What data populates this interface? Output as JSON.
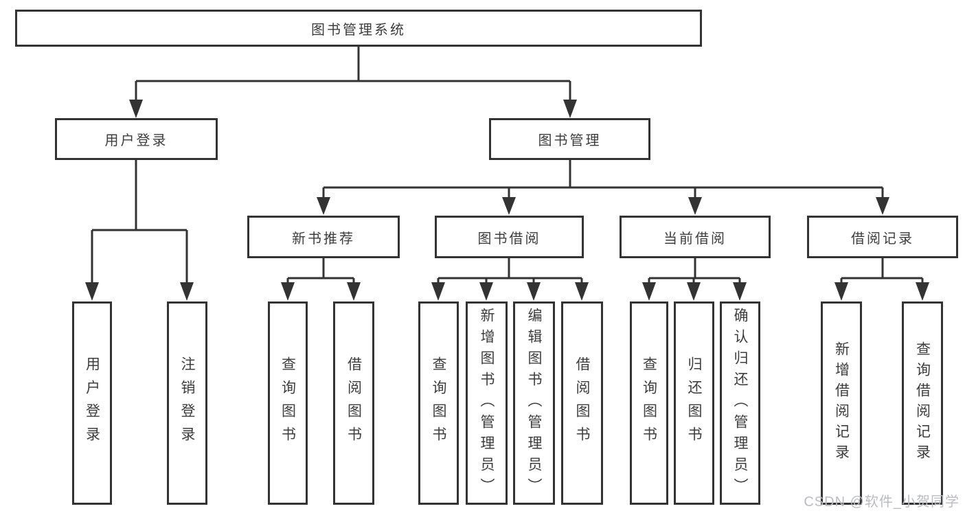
{
  "tree": {
    "label": "图书管理系统",
    "children": [
      {
        "label": "用户登录",
        "children": [
          {
            "label": "用户登录"
          },
          {
            "label": "注销登录"
          }
        ]
      },
      {
        "label": "图书管理",
        "children": [
          {
            "label": "新书推荐",
            "children": [
              {
                "label": "查询图书"
              },
              {
                "label": "借阅图书"
              }
            ]
          },
          {
            "label": "图书借阅",
            "children": [
              {
                "label": "查询图书"
              },
              {
                "label": "新增图书（管理员）"
              },
              {
                "label": "编辑图书（管理员）"
              },
              {
                "label": "借阅图书"
              }
            ]
          },
          {
            "label": "当前借阅",
            "children": [
              {
                "label": "查询图书"
              },
              {
                "label": "归还图书"
              },
              {
                "label": "确认归还（管理员）"
              }
            ]
          },
          {
            "label": "借阅记录",
            "children": [
              {
                "label": "新增借阅记录"
              },
              {
                "label": "查询借阅记录"
              }
            ]
          }
        ]
      }
    ]
  },
  "watermark": {
    "text": "CSDN @软件_小贺同学"
  },
  "colors": {
    "line": "#333333",
    "text": "#3d3d3d",
    "background": "#ffffff",
    "watermark": "#b9bdc1"
  }
}
